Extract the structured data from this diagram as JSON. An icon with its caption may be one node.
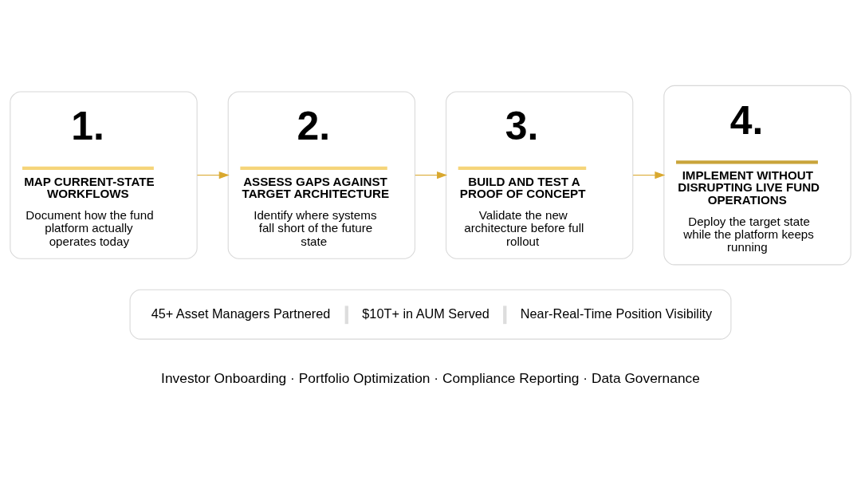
{
  "diagram": {
    "nodes": [
      {
        "text": [
          "1.",
          "MAP CURRENT-STATE WORKFLOWS",
          "Document how the fund platform actually operates today"
        ]
      },
      {
        "text": [
          "2.",
          "ASSESS GAPS AGAINST TARGET ARCHITECTURE",
          "Identify where systems fall short of the future state"
        ]
      },
      {
        "text": [
          "3.",
          "BUILD AND TEST A PROOF OF CONCEPT",
          "Validate the new architecture before full rollout"
        ]
      },
      {
        "text": [
          "4.",
          "IMPLEMENT WITHOUT DISRUPTING LIVE FUND OPERATIONS",
          "Deploy the target state while the platform keeps running"
        ]
      },
      {
        "text": [
          "45+ Asset Managers Partnered",
          "$10T+ in AUM Served",
          "Near-Real-Time Position Visibility"
        ]
      }
    ],
    "edges": [
      {
        "from": 0,
        "to": 1,
        "arrow": "to"
      },
      {
        "from": 1,
        "to": 2,
        "arrow": "to"
      },
      {
        "from": 2,
        "to": 3,
        "arrow": "to"
      }
    ],
    "labels": [
      "Investor Onboarding · Portfolio Optimization · Compliance Reporting · Data Governance"
    ]
  }
}
